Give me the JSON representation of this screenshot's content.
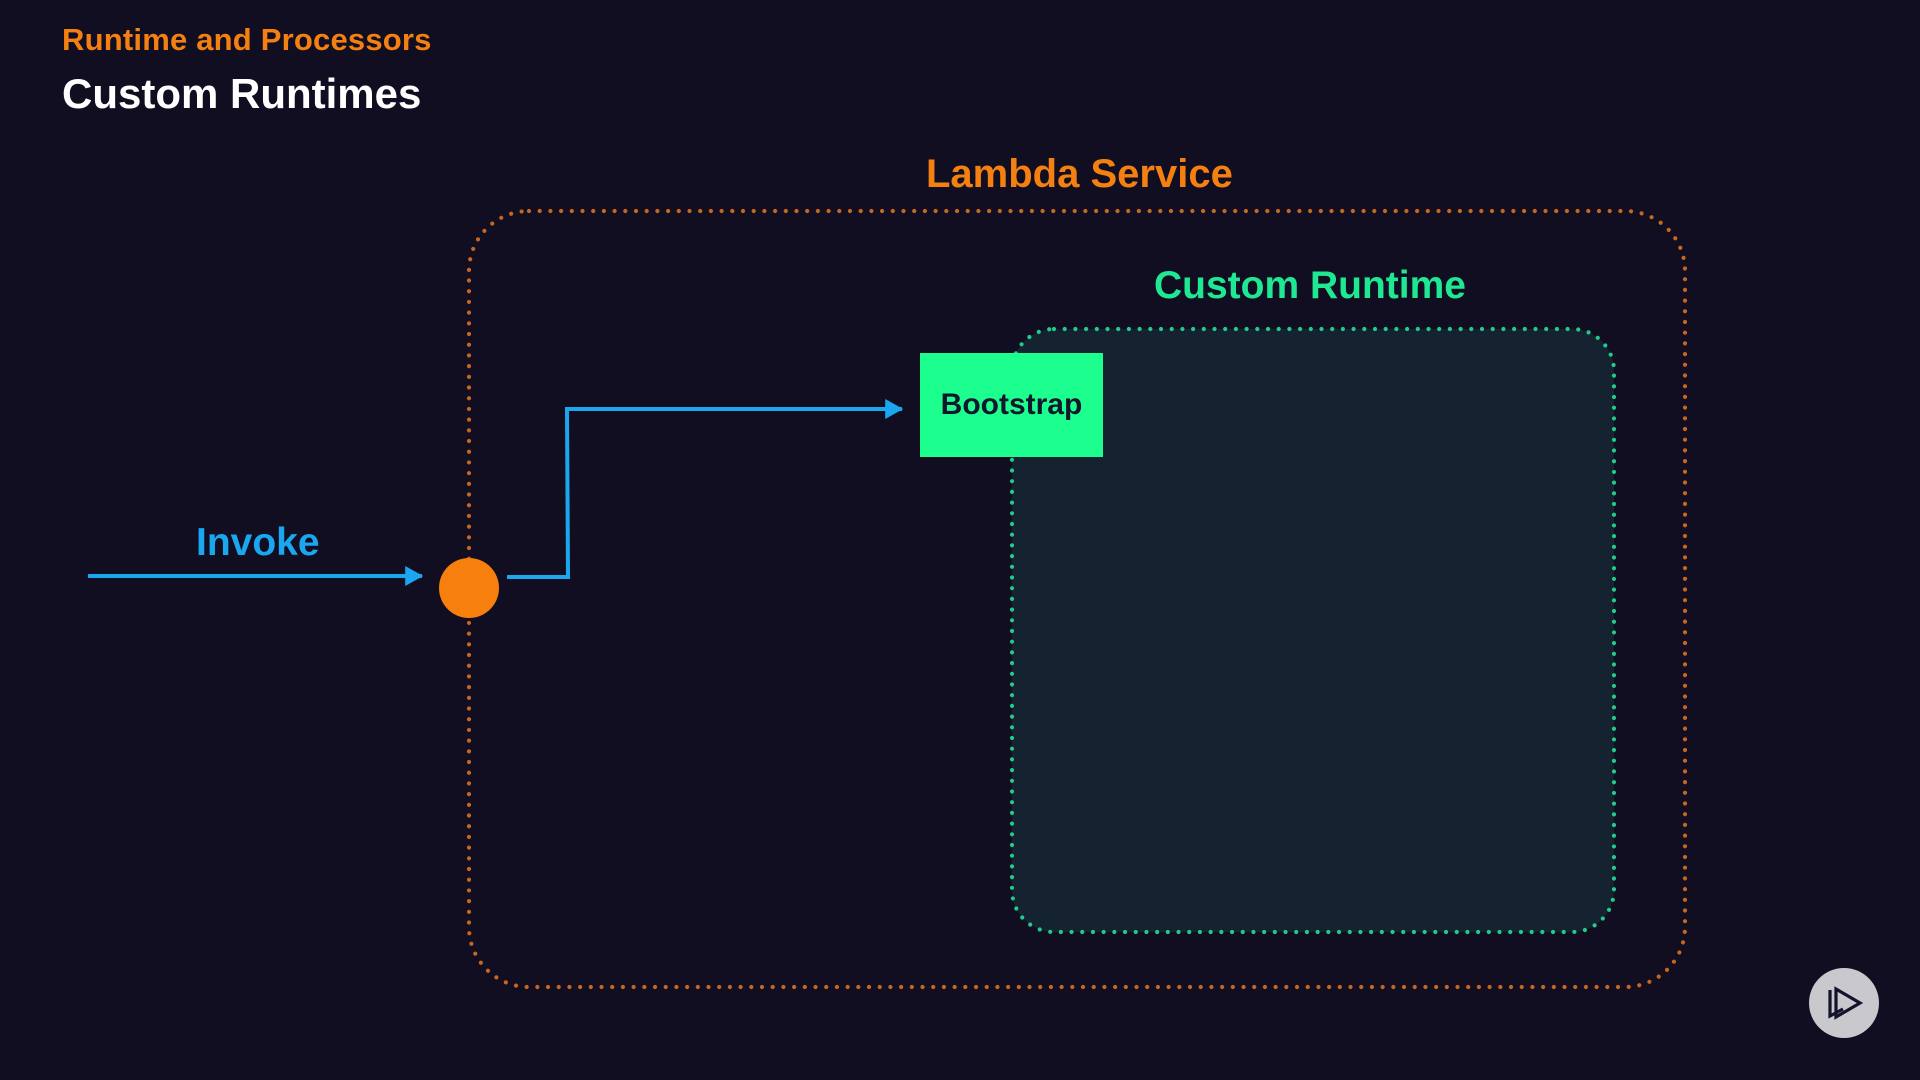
{
  "header": {
    "section": "Runtime and Processors",
    "title": "Custom Runtimes"
  },
  "diagram": {
    "outer_container": {
      "label": "Lambda Service",
      "color": "#f58012"
    },
    "inner_container": {
      "label": "Custom Runtime",
      "color": "#1fe893"
    },
    "bootstrap": {
      "label": "Bootstrap",
      "color": "#1cff8f"
    },
    "invoke": {
      "label": "Invoke",
      "color": "#1aa7ef"
    },
    "entry_point": {
      "color": "#f77f0d"
    },
    "flow": [
      "Invoke",
      "Lambda Service entry point",
      "Bootstrap"
    ]
  },
  "player": {
    "icon": "play-logo-icon"
  }
}
